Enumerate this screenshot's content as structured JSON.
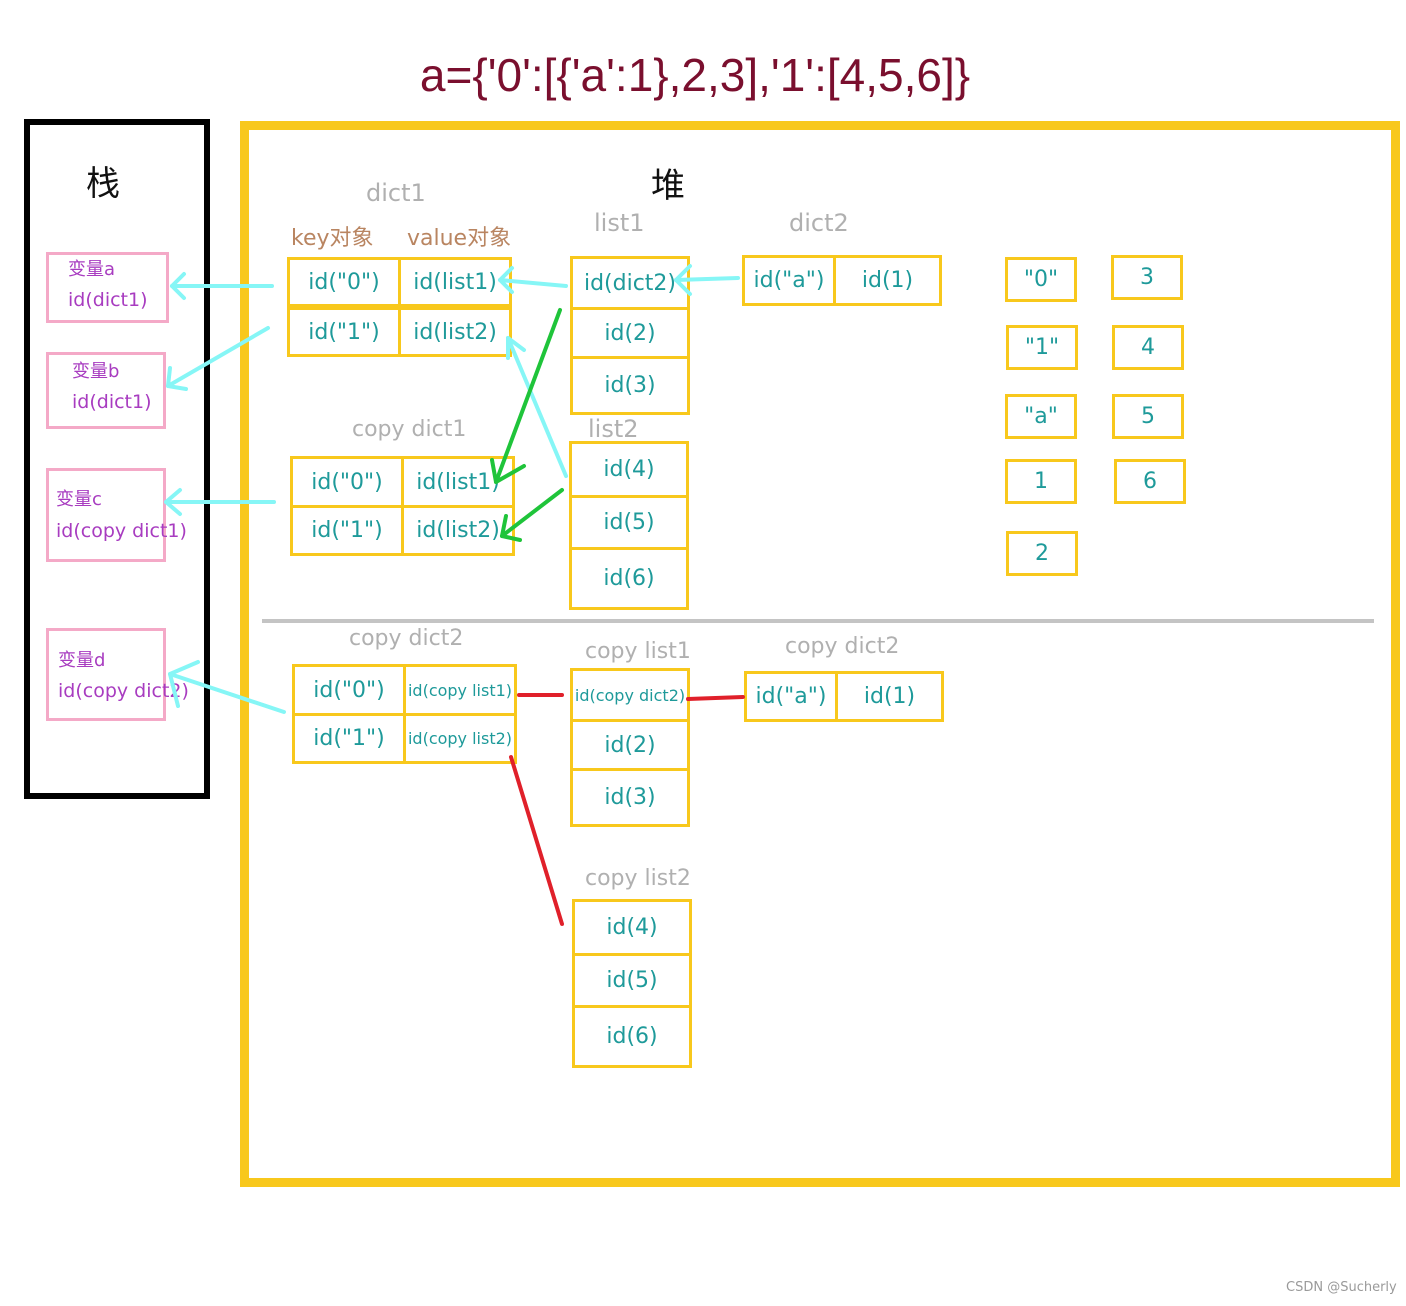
{
  "title": "a={'0':[{'a':1},2,3],'1':[4,5,6]}",
  "stack": {
    "label": "栈",
    "vars": [
      {
        "name": "变量a",
        "id": "id(dict1)"
      },
      {
        "name": "变量b",
        "id": "id(dict1)"
      },
      {
        "name": "变量c",
        "id": "id(copy dict1)"
      },
      {
        "name": "变量d",
        "id": "id(copy dict2)"
      }
    ]
  },
  "heap": {
    "label": "堆",
    "dict1": {
      "label": "dict1",
      "key_header": "key对象",
      "value_header": "value对象",
      "keys": [
        "id(\"0\")",
        "id(\"1\")"
      ],
      "values": [
        "id(list1)",
        "id(list2)"
      ]
    },
    "list1": {
      "label": "list1",
      "items": [
        "id(dict2)",
        "id(2)",
        "id(3)"
      ]
    },
    "dict2": {
      "label": "dict2",
      "key": "id(\"a\")",
      "value": "id(1)"
    },
    "copy_dict1": {
      "label": "copy dict1",
      "keys": [
        "id(\"0\")",
        "id(\"1\")"
      ],
      "values": [
        "id(list1)",
        "id(list2)"
      ]
    },
    "list2": {
      "label": "list2",
      "items": [
        "id(4)",
        "id(5)",
        "id(6)"
      ]
    },
    "objects_col1": [
      "\"0\"",
      "\"1\"",
      "\"a\"",
      "1",
      "2"
    ],
    "objects_col2": [
      "3",
      "4",
      "5",
      "6"
    ],
    "deep": {
      "copy_dict_top": {
        "label": "copy dict2",
        "keys": [
          "id(\"0\")",
          "id(\"1\")"
        ],
        "values": [
          "id(copy list1)",
          "id(copy list2)"
        ]
      },
      "copy_list1": {
        "label": "copy list1",
        "items": [
          "id(copy dict2)",
          "id(2)",
          "id(3)"
        ]
      },
      "copy_dict2": {
        "label": "copy dict2",
        "key": "id(\"a\")",
        "value": "id(1)"
      },
      "copy_list2": {
        "label": "copy list2",
        "items": [
          "id(4)",
          "id(5)",
          "id(6)"
        ]
      }
    }
  },
  "colors": {
    "heap_border": "#f8c81c",
    "stack_border": "#000000",
    "var_border": "#f4a9c7",
    "ref_arrow": "#86f6f6",
    "shallow_arrow": "#1fc43a",
    "deep_link": "#e0202a",
    "title": "#7a0f2e"
  },
  "watermark": "CSDN @Sucherly"
}
